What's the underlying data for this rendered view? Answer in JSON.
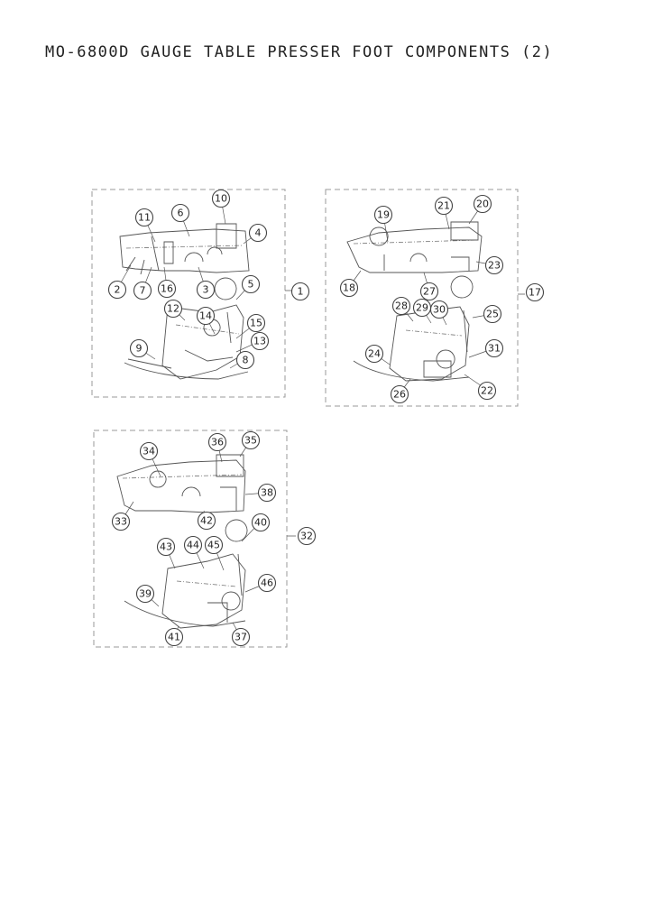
{
  "title": "MO-6800D GAUGE TABLE PRESSER FOOT COMPONENTS (2)",
  "groups": [
    {
      "id": "group-1",
      "label": "1"
    },
    {
      "id": "group-17",
      "label": "17"
    },
    {
      "id": "group-32",
      "label": "32"
    }
  ],
  "callouts": [
    "2",
    "3",
    "4",
    "5",
    "6",
    "7",
    "8",
    "9",
    "10",
    "11",
    "12",
    "13",
    "14",
    "15",
    "16",
    "18",
    "19",
    "20",
    "21",
    "22",
    "23",
    "24",
    "25",
    "26",
    "27",
    "28",
    "29",
    "30",
    "31",
    "33",
    "34",
    "35",
    "36",
    "37",
    "38",
    "39",
    "40",
    "41",
    "42",
    "43",
    "44",
    "45",
    "46"
  ]
}
